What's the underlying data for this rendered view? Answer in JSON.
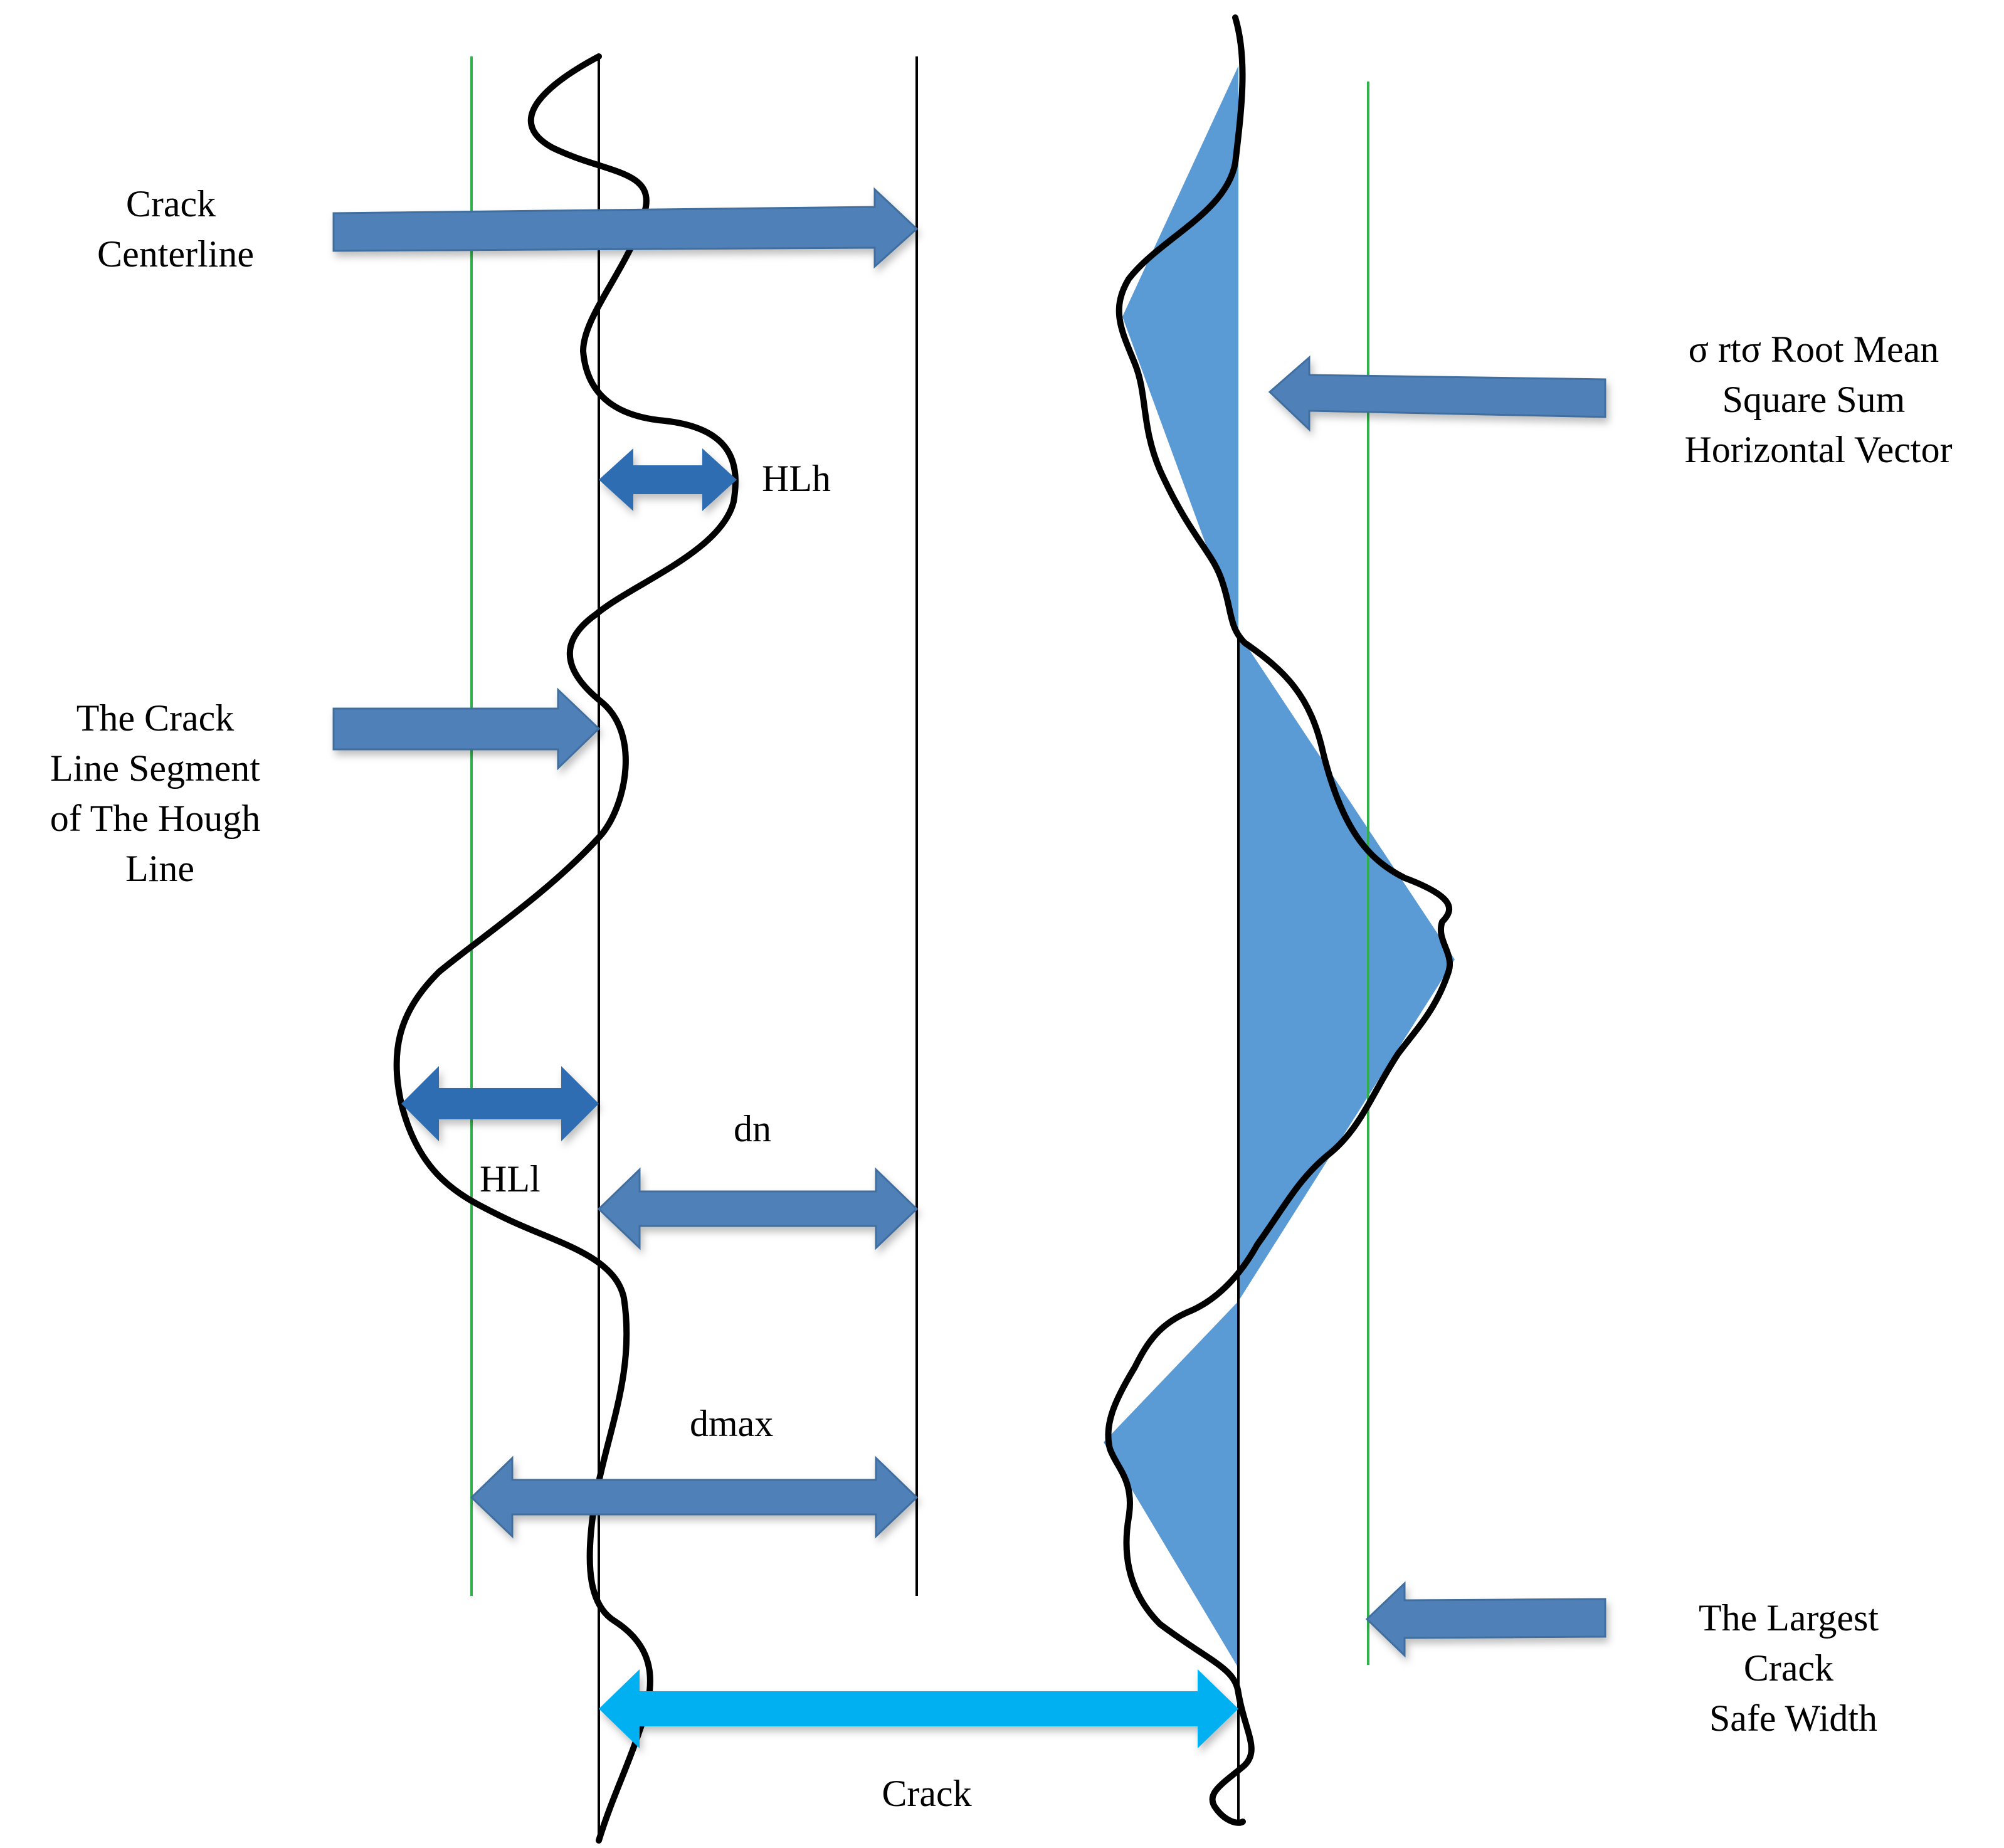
{
  "labels": {
    "crack_centerline": [
      "Crack",
      "Centerline"
    ],
    "sigma_rms": [
      "σ rtσ  Root Mean",
      "Square Sum",
      "Horizontal Vector"
    ],
    "crack_line_segment": [
      "The Crack",
      "Line Segment",
      "of The Hough",
      "Line"
    ],
    "hlh": "HLh",
    "hll": "HLl",
    "dn": "dn",
    "dmax": "dmax",
    "largest_safe_width": [
      "The Largest",
      "Crack",
      "Safe Width"
    ],
    "crack": "Crack"
  },
  "colors": {
    "arrow_fill": "#4f81b8",
    "arrow_stroke": "#3f6e9e",
    "dark_arrow_fill": "#2e6db2",
    "crack_arrow_fill": "#00b0f0",
    "hatch_fill": "#5b9bd5",
    "guide_green": "#2fb24a",
    "line_black": "#000000"
  }
}
